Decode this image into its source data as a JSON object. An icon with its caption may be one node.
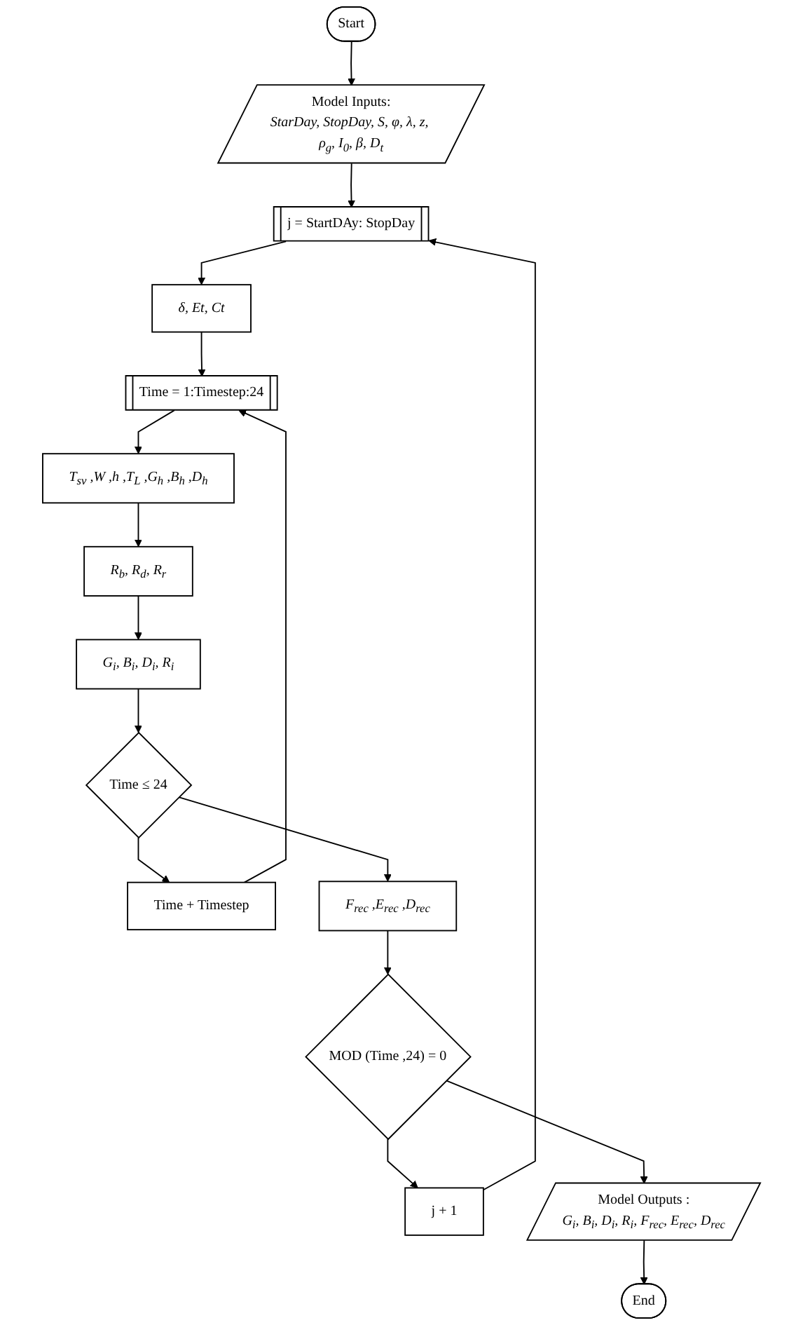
{
  "diagram": {
    "nodes": [
      {
        "text": [
          "Start"
        ]
      },
      {
        "text": [
          "Model Inputs:",
          "StarDay, StopDay, S, φ, λ, z, ρ$_{g}$, I$_{0}$, β, D$_{t}$"
        ]
      },
      {
        "text": [
          "j = StartDAy: StopDay"
        ]
      },
      {
        "text": [
          "δ, Et, Ct"
        ]
      },
      {
        "text": [
          "Time = 1:Timestep:24"
        ]
      },
      {
        "text": [
          "T$_{sv}$ ,W ,h ,T$_{L}$ ,G$_{h}$ ,B$_{h}$ ,D$_{h}$"
        ]
      },
      {
        "text": [
          "R$_{b}$, R$_{d}$, R$_{r}$"
        ]
      },
      {
        "text": [
          "G$_{i}$, B$_{i}$, D$_{i}$, R$_{i}$"
        ]
      },
      {
        "text": [
          "Time ≤  24"
        ]
      },
      {
        "text": [
          "Time + Timestep"
        ]
      },
      {
        "text": [
          "F$_{rec}$ ,E$_{rec}$ ,D$_{rec}$"
        ]
      },
      {
        "text": [
          "MOD (Time ,24) = 0"
        ]
      },
      {
        "text": [
          "j + 1"
        ]
      },
      {
        "text": [
          "Model Outputs :",
          "G$_{i}$, B$_{i}$, D$_{i}$, R$_{i}$, F$_{rec}$, E$_{rec}$, D$_{rec}$"
        ]
      },
      {
        "text": [
          "End"
        ]
      }
    ],
    "edges": [
      {
        "from": 0,
        "to": 1,
        "arrow": "to"
      },
      {
        "from": 1,
        "to": 2,
        "arrow": "to"
      },
      {
        "from": 2,
        "to": 3,
        "arrow": "to"
      },
      {
        "from": 3,
        "to": 4,
        "arrow": "to"
      },
      {
        "from": 4,
        "to": 5,
        "arrow": "to"
      },
      {
        "from": 5,
        "to": 6,
        "arrow": "to"
      },
      {
        "from": 6,
        "to": 7,
        "arrow": "to"
      },
      {
        "from": 7,
        "to": 8,
        "arrow": "to"
      },
      {
        "from": 8,
        "to": 9,
        "arrow": "to"
      },
      {
        "from": 9,
        "to": 4,
        "arrow": "to"
      },
      {
        "from": 8,
        "to": 10,
        "arrow": "to"
      },
      {
        "from": 10,
        "to": 11,
        "arrow": "to"
      },
      {
        "from": 11,
        "to": 12,
        "arrow": "to"
      },
      {
        "from": 12,
        "to": 2,
        "arrow": "to"
      },
      {
        "from": 11,
        "to": 13,
        "arrow": "to"
      },
      {
        "from": 13,
        "to": 14,
        "arrow": "to"
      }
    ]
  }
}
